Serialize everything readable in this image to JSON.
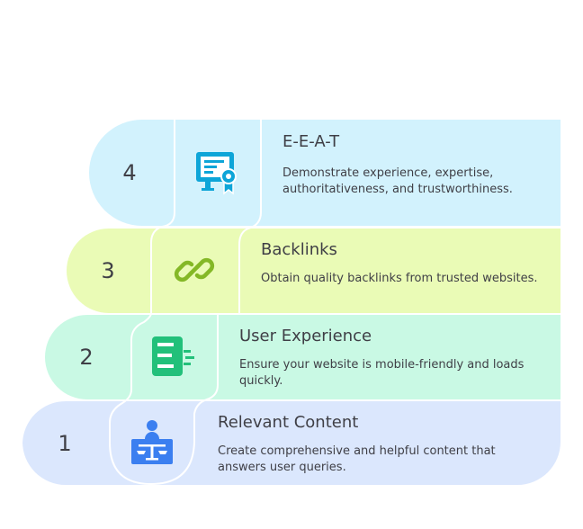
{
  "steps": [
    {
      "number": "4",
      "title": "E-E-A-T",
      "description": "Demonstrate experience, expertise, authoritativeness, and trustworthiness.",
      "icon": "certificate-icon",
      "color": "#d2f2fd",
      "icon_color": "#0ea5d8"
    },
    {
      "number": "3",
      "title": "Backlinks",
      "description": "Obtain quality backlinks from trusted websites.",
      "icon": "link-icon",
      "color": "#eafbb6",
      "icon_color": "#84b826"
    },
    {
      "number": "2",
      "title": "User Experience",
      "description": "Ensure your website is mobile-friendly and loads quickly.",
      "icon": "document-list-icon",
      "color": "#c9f9e4",
      "icon_color": "#22c07a"
    },
    {
      "number": "1",
      "title": "Relevant Content",
      "description": "Create comprehensive and helpful content that answers user queries.",
      "icon": "justice-scale-icon",
      "color": "#dbe7fd",
      "icon_color": "#3b7ff0"
    }
  ]
}
